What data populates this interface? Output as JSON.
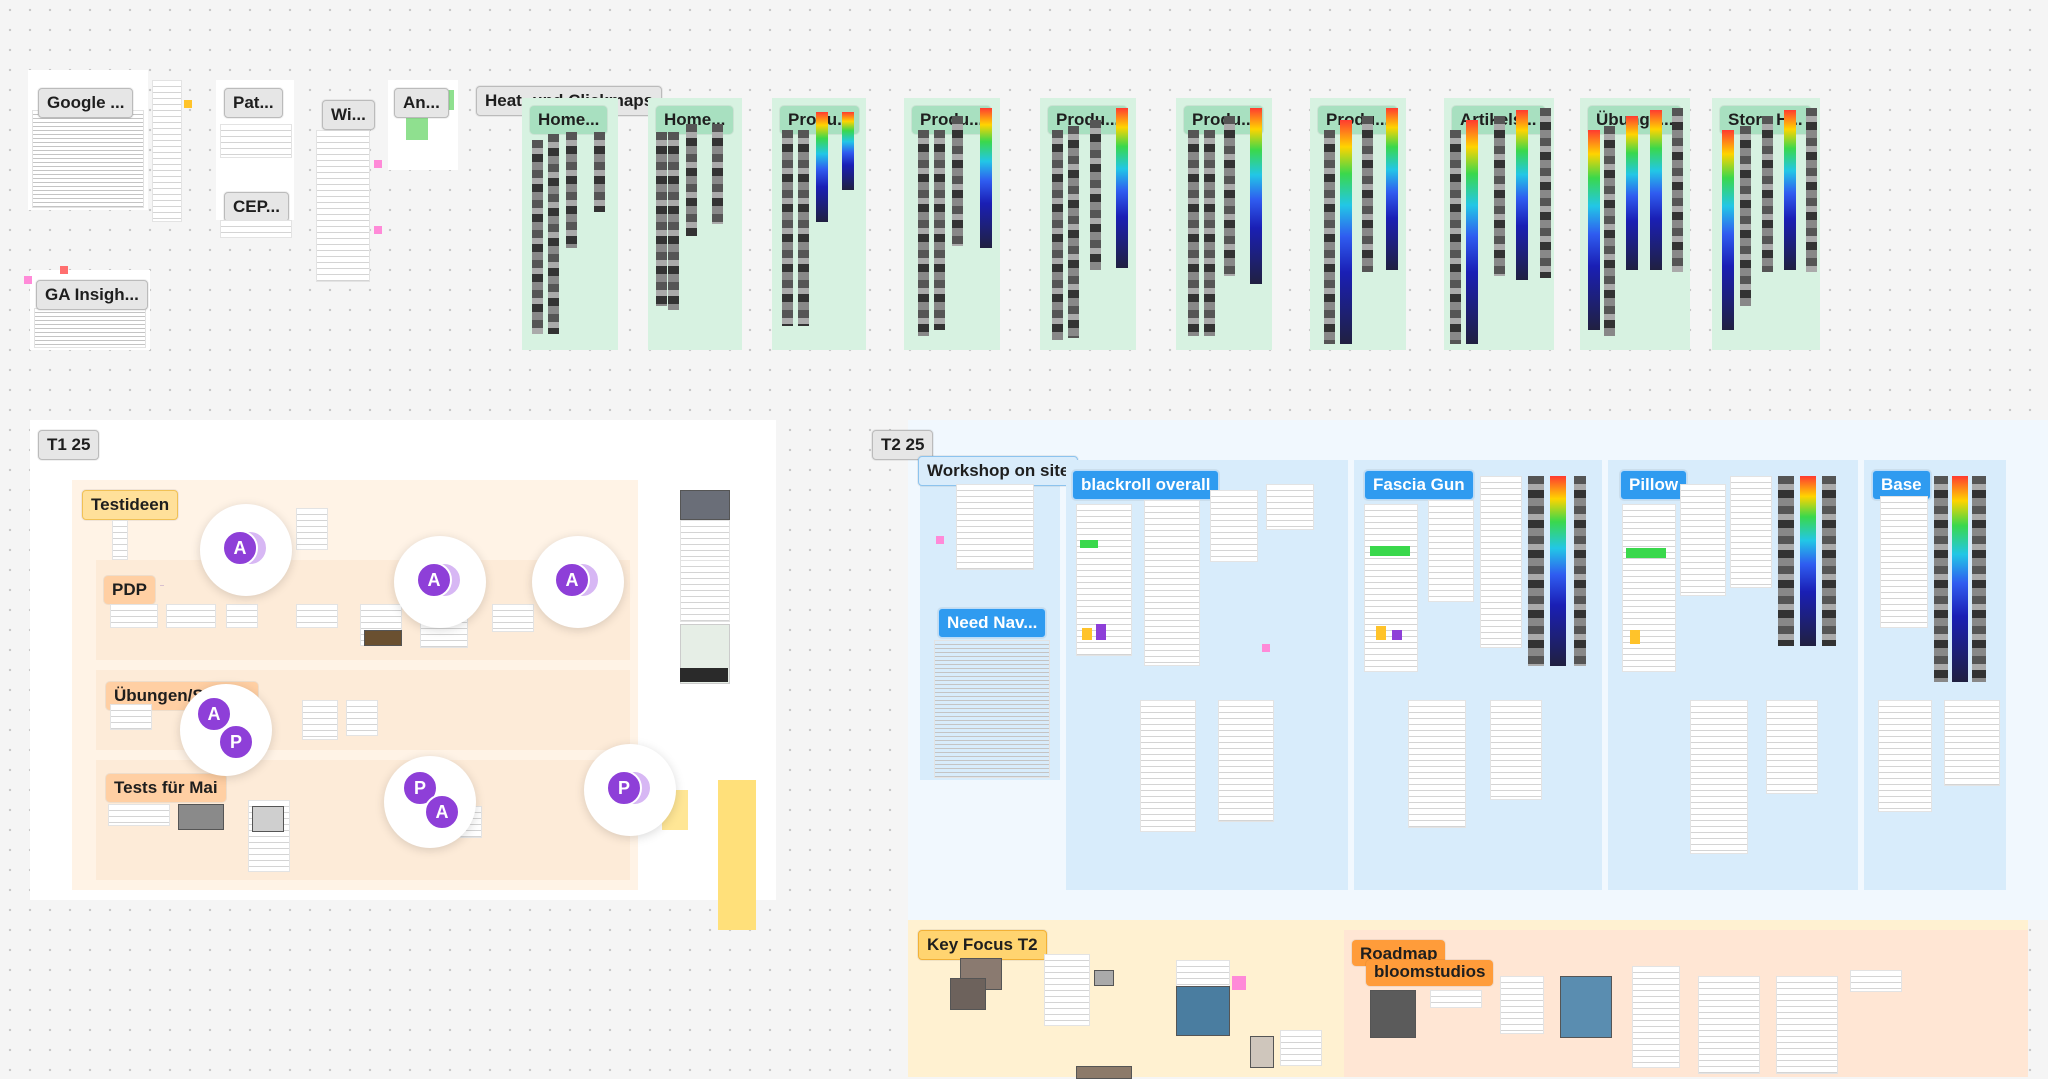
{
  "top_cluster": {
    "labels": [
      "Google ...",
      "Pat...",
      "Wi...",
      "An...",
      "CEP...",
      "GA Insigh..."
    ]
  },
  "heatmaps": {
    "group_label": "Heat- und Clickmaps",
    "frames": [
      "Home...",
      "Home...",
      "Produ...",
      "Produ...",
      "Produ...",
      "Produ...",
      "Produ...",
      "Artikels...",
      "Übungs...",
      "Story H..."
    ]
  },
  "t1": {
    "title": "T1 25",
    "sections": {
      "testideen": "Testideen",
      "pdp": "PDP",
      "uebungen": "Übungen/Stories",
      "tests_mai": "Tests für Mai"
    },
    "avatars": [
      "A",
      "A",
      "A",
      "A",
      "P",
      "P",
      "A",
      "P"
    ]
  },
  "t2": {
    "title": "T2 25",
    "workshop": "Workshop on site",
    "need_nav": "Need Nav...",
    "columns": [
      "blackroll overall",
      "Fascia Gun",
      "Pillow",
      "Base"
    ],
    "key_focus": "Key Focus T2",
    "roadmap_1": "Roadmap",
    "roadmap_2": "bloomstudios"
  },
  "colors": {
    "canvas": "#f5f5f5",
    "green_section": "#d7f2e1",
    "blue_section": "#d8ecfb",
    "orange_section": "#fff3e6",
    "avatar": "#8e3fd8",
    "key_focus_bg": "#fff1d1",
    "roadmap_bg": "#ffe6d4"
  }
}
